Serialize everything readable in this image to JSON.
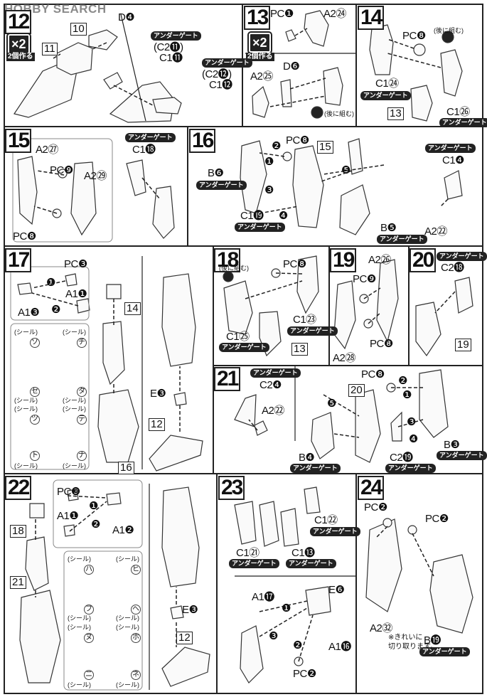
{
  "watermark": "HOBBY SEARCH",
  "under_gate": "アンダーゲート",
  "later": "(後に組む)",
  "seal": "(シール)",
  "steps": [
    {
      "num": "12",
      "x2": "×2",
      "make": "2個作る",
      "parts": [
        "10",
        "11",
        "D❹",
        "(C2⓫)",
        "C1⓫",
        "(C2⓬)",
        "C1⓬"
      ]
    },
    {
      "num": "13",
      "x2": "×2",
      "make": "2個作る",
      "parts": [
        "PC❶",
        "A2㉔",
        "D❻",
        "A2㉕"
      ]
    },
    {
      "num": "14",
      "parts": [
        "PC❽",
        "C1㉔",
        "13",
        "C1㉖"
      ]
    },
    {
      "num": "15",
      "parts": [
        "C1⓲",
        "A2㉗",
        "PC❾",
        "A2㉙",
        "PC❽"
      ]
    },
    {
      "num": "16",
      "parts": [
        "PC❽",
        "15",
        "B❻",
        "C1⓳",
        "B❺",
        "C1❹",
        "A2㉒"
      ]
    },
    {
      "num": "17",
      "parts": [
        "PC❸",
        "A1❶",
        "A1❸",
        "14",
        "E❸",
        "12",
        "16"
      ],
      "seals": [
        "ソ",
        "チ",
        "セ",
        "タ",
        "ツ",
        "テ",
        "ト",
        "ナ"
      ]
    },
    {
      "num": "18",
      "parts": [
        "PC❽",
        "C1㉕",
        "C1㉓",
        "13"
      ]
    },
    {
      "num": "19",
      "parts": [
        "A2㉖",
        "PC❾",
        "PC❽",
        "A2㉘"
      ]
    },
    {
      "num": "20",
      "parts": [
        "C2⓲",
        "19"
      ]
    },
    {
      "num": "21",
      "parts": [
        "C2❹",
        "A2㉒",
        "PC❽",
        "20",
        "B❹",
        "C2⓳",
        "B❸"
      ]
    },
    {
      "num": "22",
      "parts": [
        "PC❸",
        "A1❶",
        "A1❷",
        "18",
        "21",
        "E❸",
        "12"
      ],
      "seals": [
        "ハ",
        "ヒ",
        "フ",
        "ヘ",
        "ヌ",
        "ホ",
        "ニ",
        "ネ"
      ]
    },
    {
      "num": "23",
      "parts": [
        "C1㉒",
        "C1㉑",
        "C1⓭",
        "A1⓱",
        "E❻",
        "A1⓰",
        "PC❷"
      ]
    },
    {
      "num": "24",
      "parts": [
        "PC❷",
        "PC❷",
        "A2㉜",
        "B⓳"
      ],
      "note": [
        "※きれいに",
        "切り取ります。"
      ]
    }
  ],
  "arrow_steps": [
    "❶",
    "❷",
    "❸",
    "❹",
    "❺"
  ]
}
